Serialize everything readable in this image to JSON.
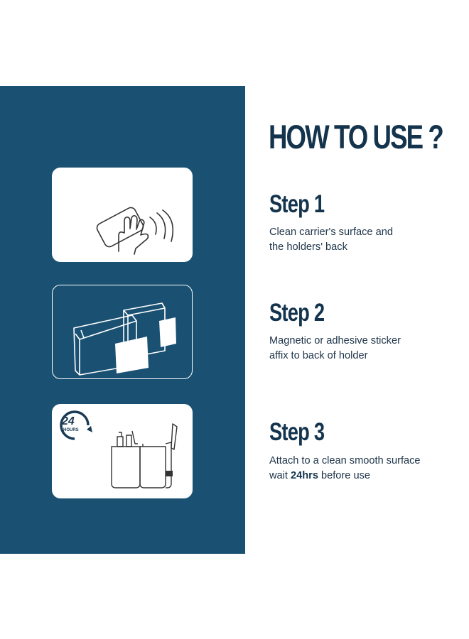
{
  "title": "HOW TO USE ?",
  "steps": [
    {
      "heading": "Step 1",
      "line1": "Clean carrier's surface and",
      "line2": "the holders' back"
    },
    {
      "heading": "Step 2",
      "line1": "Magnetic or adhesive sticker",
      "line2": "affix to back of holder"
    },
    {
      "heading": "Step 3",
      "line1": "Attach to a clean smooth surface",
      "line2_pre": "wait ",
      "line2_bold": "24hrs",
      "line2_post": " before use"
    }
  ],
  "badge": {
    "number": "24",
    "unit": "HOURS"
  },
  "icons": [
    "wipe-hand-icon",
    "holder-sticker-icon",
    "clock-24-hours-icon",
    "mounted-holders-icon"
  ],
  "colors": {
    "panel": "#1a5173",
    "heading": "#14344e",
    "text": "#1d3348",
    "card": "#ffffff"
  }
}
